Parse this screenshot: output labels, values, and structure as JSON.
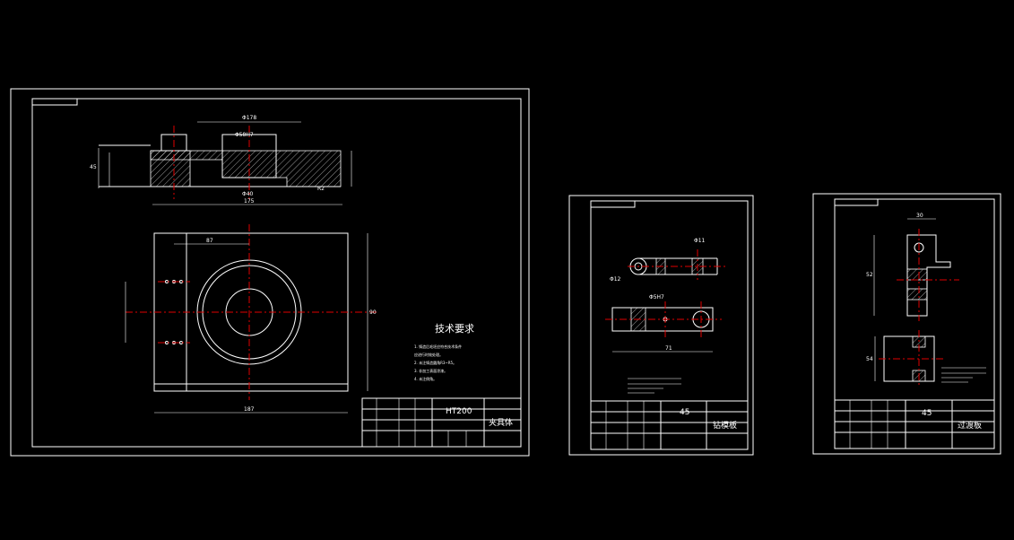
{
  "sheet1": {
    "tech_title": "技术要求",
    "tech_notes": [
      "1. 铸造后毛坯应符合技术条件",
      "应进行时效处理。",
      "2. 未注铸造圆角R3~R5。",
      "3. 非加工表面涂漆。",
      "4. 未注倒角。"
    ],
    "material": "HT200",
    "part_name": "夹具体",
    "dims": {
      "d1": "Φ178",
      "d2": "Φ58H7",
      "d3": "Φ40",
      "w1": "175",
      "w2": "187",
      "w3": "90",
      "h1": "45",
      "r1": "R2",
      "p1": "87"
    }
  },
  "sheet2": {
    "material": "45",
    "part_name": "钻模板",
    "dims": {
      "d1": "Φ11",
      "d2": "Φ12",
      "d3": "Φ5H7",
      "w1": "71"
    }
  },
  "sheet3": {
    "material": "45",
    "part_name": "过渡板",
    "dims": {
      "w1": "30",
      "h1": "52",
      "h2": "54"
    }
  }
}
